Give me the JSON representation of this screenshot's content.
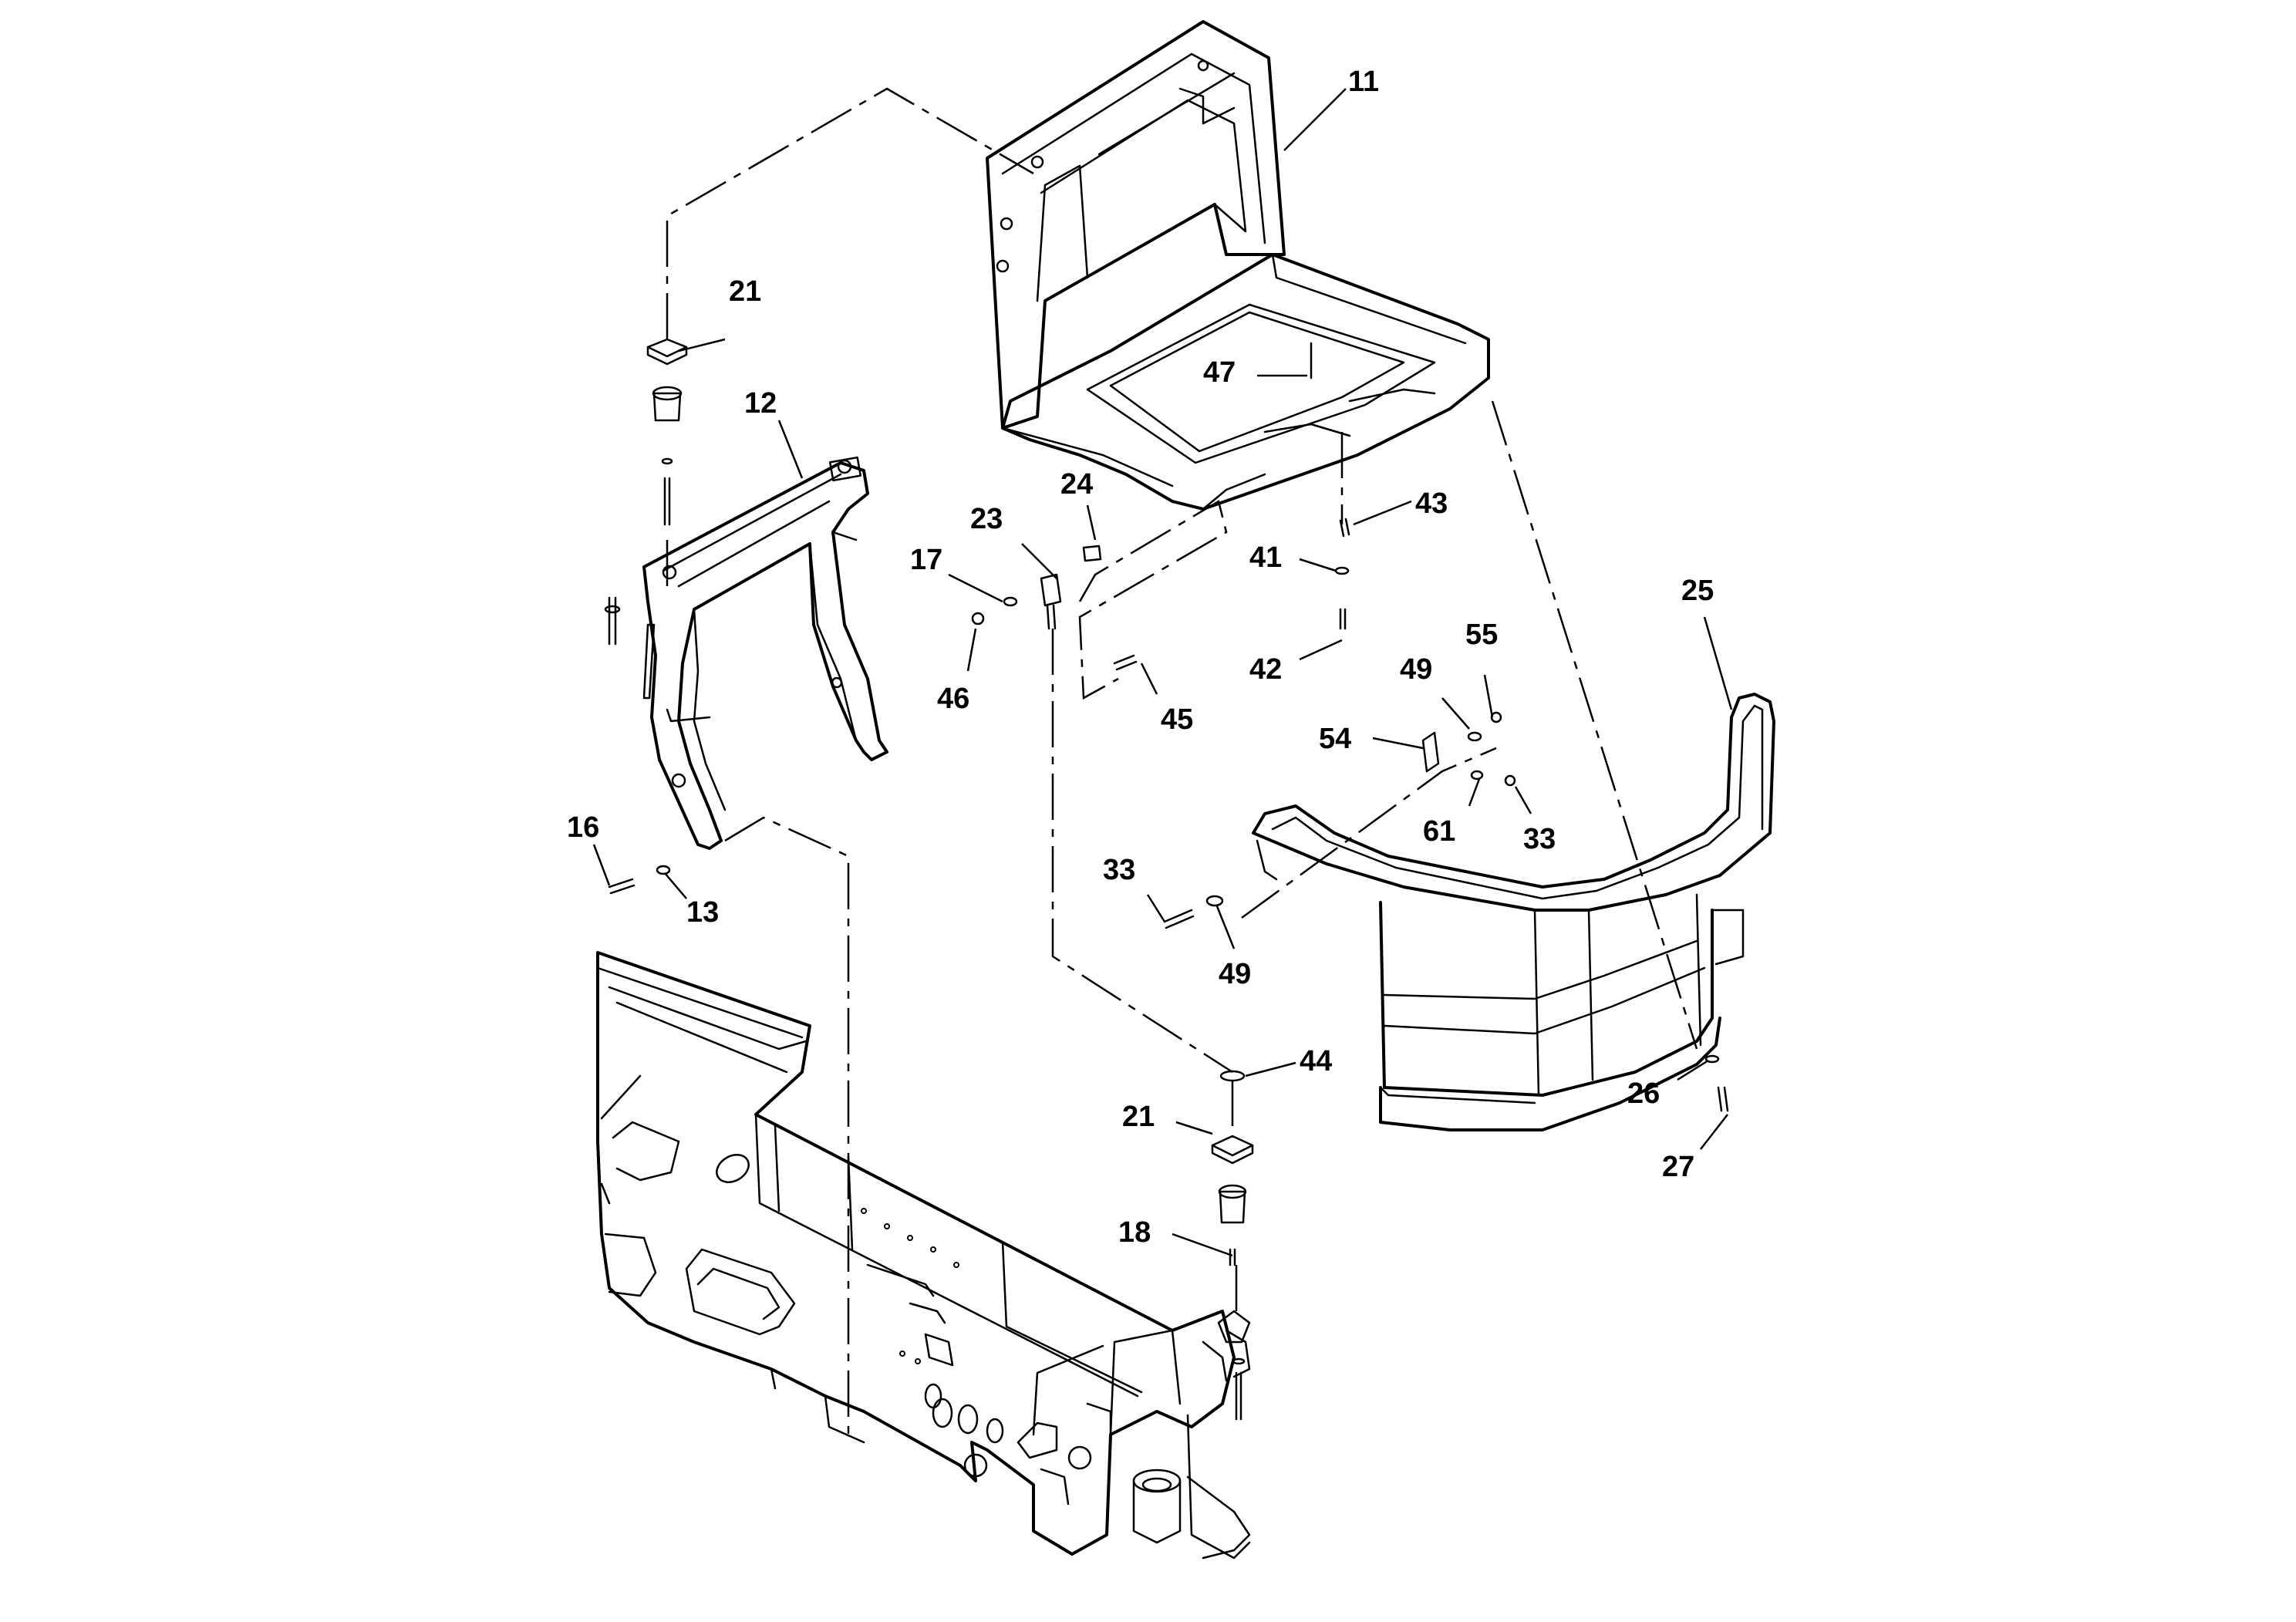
{
  "diagram": {
    "callouts": [
      {
        "id": "c11",
        "label": "11"
      },
      {
        "id": "c12",
        "label": "12"
      },
      {
        "id": "c13",
        "label": "13"
      },
      {
        "id": "c16",
        "label": "16"
      },
      {
        "id": "c17",
        "label": "17"
      },
      {
        "id": "c18",
        "label": "18"
      },
      {
        "id": "c21a",
        "label": "21"
      },
      {
        "id": "c21b",
        "label": "21"
      },
      {
        "id": "c23",
        "label": "23"
      },
      {
        "id": "c24",
        "label": "24"
      },
      {
        "id": "c25",
        "label": "25"
      },
      {
        "id": "c26",
        "label": "26"
      },
      {
        "id": "c27",
        "label": "27"
      },
      {
        "id": "c33a",
        "label": "33"
      },
      {
        "id": "c33b",
        "label": "33"
      },
      {
        "id": "c41",
        "label": "41"
      },
      {
        "id": "c42",
        "label": "42"
      },
      {
        "id": "c43",
        "label": "43"
      },
      {
        "id": "c44",
        "label": "44"
      },
      {
        "id": "c45",
        "label": "45"
      },
      {
        "id": "c46",
        "label": "46"
      },
      {
        "id": "c47",
        "label": "47"
      },
      {
        "id": "c49a",
        "label": "49"
      },
      {
        "id": "c49b",
        "label": "49"
      },
      {
        "id": "c54",
        "label": "54"
      },
      {
        "id": "c55",
        "label": "55"
      },
      {
        "id": "c61",
        "label": "61"
      }
    ]
  }
}
